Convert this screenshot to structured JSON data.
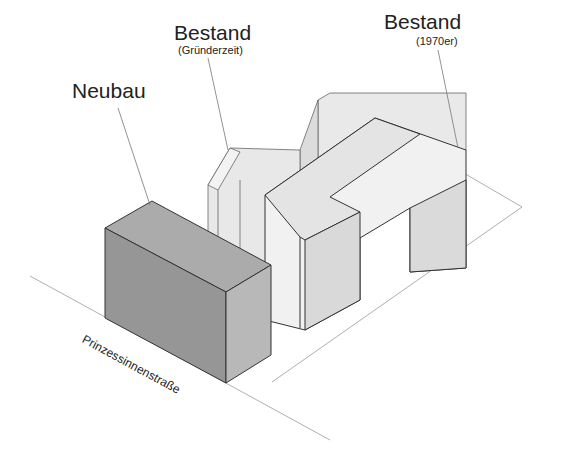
{
  "diagram": {
    "labels": [
      "Neubau",
      "Bestand",
      "(Gründerzeit)",
      "Bestand",
      "(1970er)",
      "Prinzessinnenstraße"
    ]
  }
}
